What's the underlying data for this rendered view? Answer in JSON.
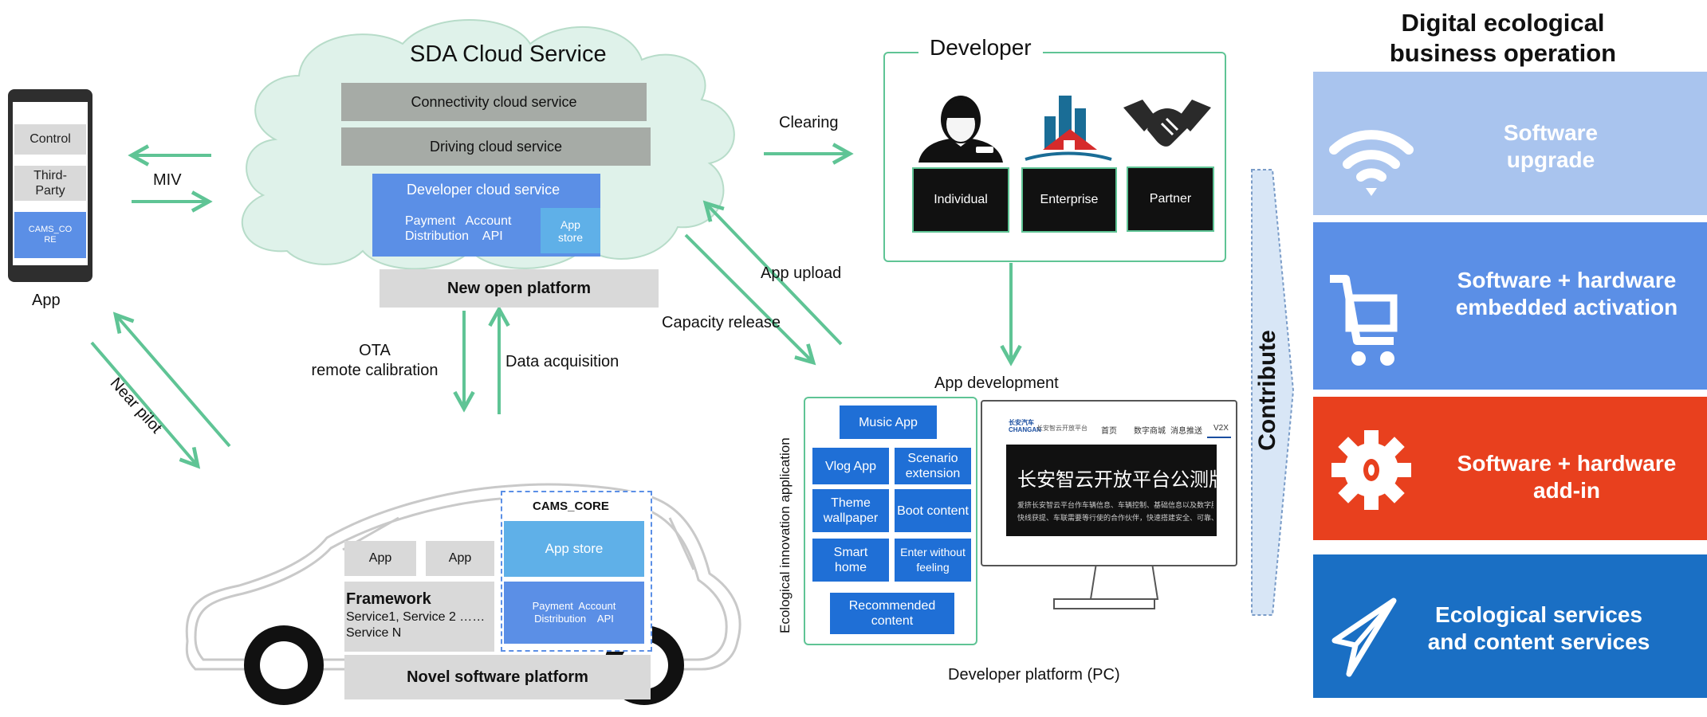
{
  "phone": {
    "items": [
      "Control",
      "Third-\nParty",
      "CAMS_CO\nRE"
    ],
    "caption": "App"
  },
  "phone_links": {
    "miv": "MIV",
    "near_pilot": "Near pilot"
  },
  "cloud": {
    "title": "SDA Cloud Service",
    "connectivity": "Connectivity cloud service",
    "driving": "Driving cloud service",
    "developer": "Developer cloud service",
    "payment": "Payment   Account\nDistribution    API",
    "app_store": "App\nstore",
    "platform": "New open platform"
  },
  "cloud_links": {
    "ota": "OTA\nremote calibration",
    "data_acquisition": "Data acquisition",
    "clearing": "Clearing",
    "app_upload": "App upload",
    "capacity_release": "Capacity release"
  },
  "developer": {
    "title": "Developer",
    "cards": [
      "Individual",
      "Enterprise",
      "Partner"
    ]
  },
  "app_dev": {
    "title": "App development",
    "side_label": "Ecological innovation application",
    "buttons": {
      "music": "Music App",
      "vlog": "Vlog App",
      "scenario": "Scenario\nextension",
      "theme": "Theme\nwallpaper",
      "boot": "Boot content",
      "smart_home": "Smart\nhome",
      "enter": "Enter without\nfeeling",
      "recommended": "Recommended\ncontent"
    },
    "caption": "Developer platform (PC)"
  },
  "monitor": {
    "logo": "长安汽车\nCHANGAN",
    "site_name": "长安智云开放平台",
    "nav": [
      "首页",
      "数字商城",
      "消息推送",
      "V2X"
    ],
    "headline": "长安智云开放平台公测版",
    "body_lines": [
      "爱挤长安智云平台作车辆信息、车辆控制、基础信息以及数字服务的开放服务，旨在帮助",
      "快线获提、车联需要等行使的合作伙伴，快速搭建安全、可靠、高用性车联网平台"
    ]
  },
  "car": {
    "apps": [
      "App",
      "App"
    ],
    "framework_title": "Framework",
    "framework_body": "Service1, Service 2 ……\nService N",
    "cams_title": "CAMS_CORE",
    "cams_store": "App store",
    "cams_pay": "Payment  Account\nDistribution    API",
    "platform": "Novel software platform"
  },
  "contribute": "Contribute",
  "right": {
    "title": "Digital ecological\nbusiness operation",
    "panels": [
      {
        "text": "Software\nupgrade",
        "icon": "wifi-icon",
        "color": "#a9c4ee"
      },
      {
        "text": "Software + hardware\nembedded activation",
        "icon": "cart-icon",
        "color": "#5b8fe6"
      },
      {
        "text": "Software + hardware\nadd-in",
        "icon": "gear-icon",
        "color": "#e8401e"
      },
      {
        "text": "Ecological services\nand content services",
        "icon": "paper-plane-icon",
        "color": "#1a6fc4"
      }
    ]
  },
  "colors": {
    "arrow": "#5fc495",
    "cloud_fill": "#dff2ea",
    "cloud_stroke": "#b7dcc9",
    "car_outline": "#c9c9c9"
  }
}
